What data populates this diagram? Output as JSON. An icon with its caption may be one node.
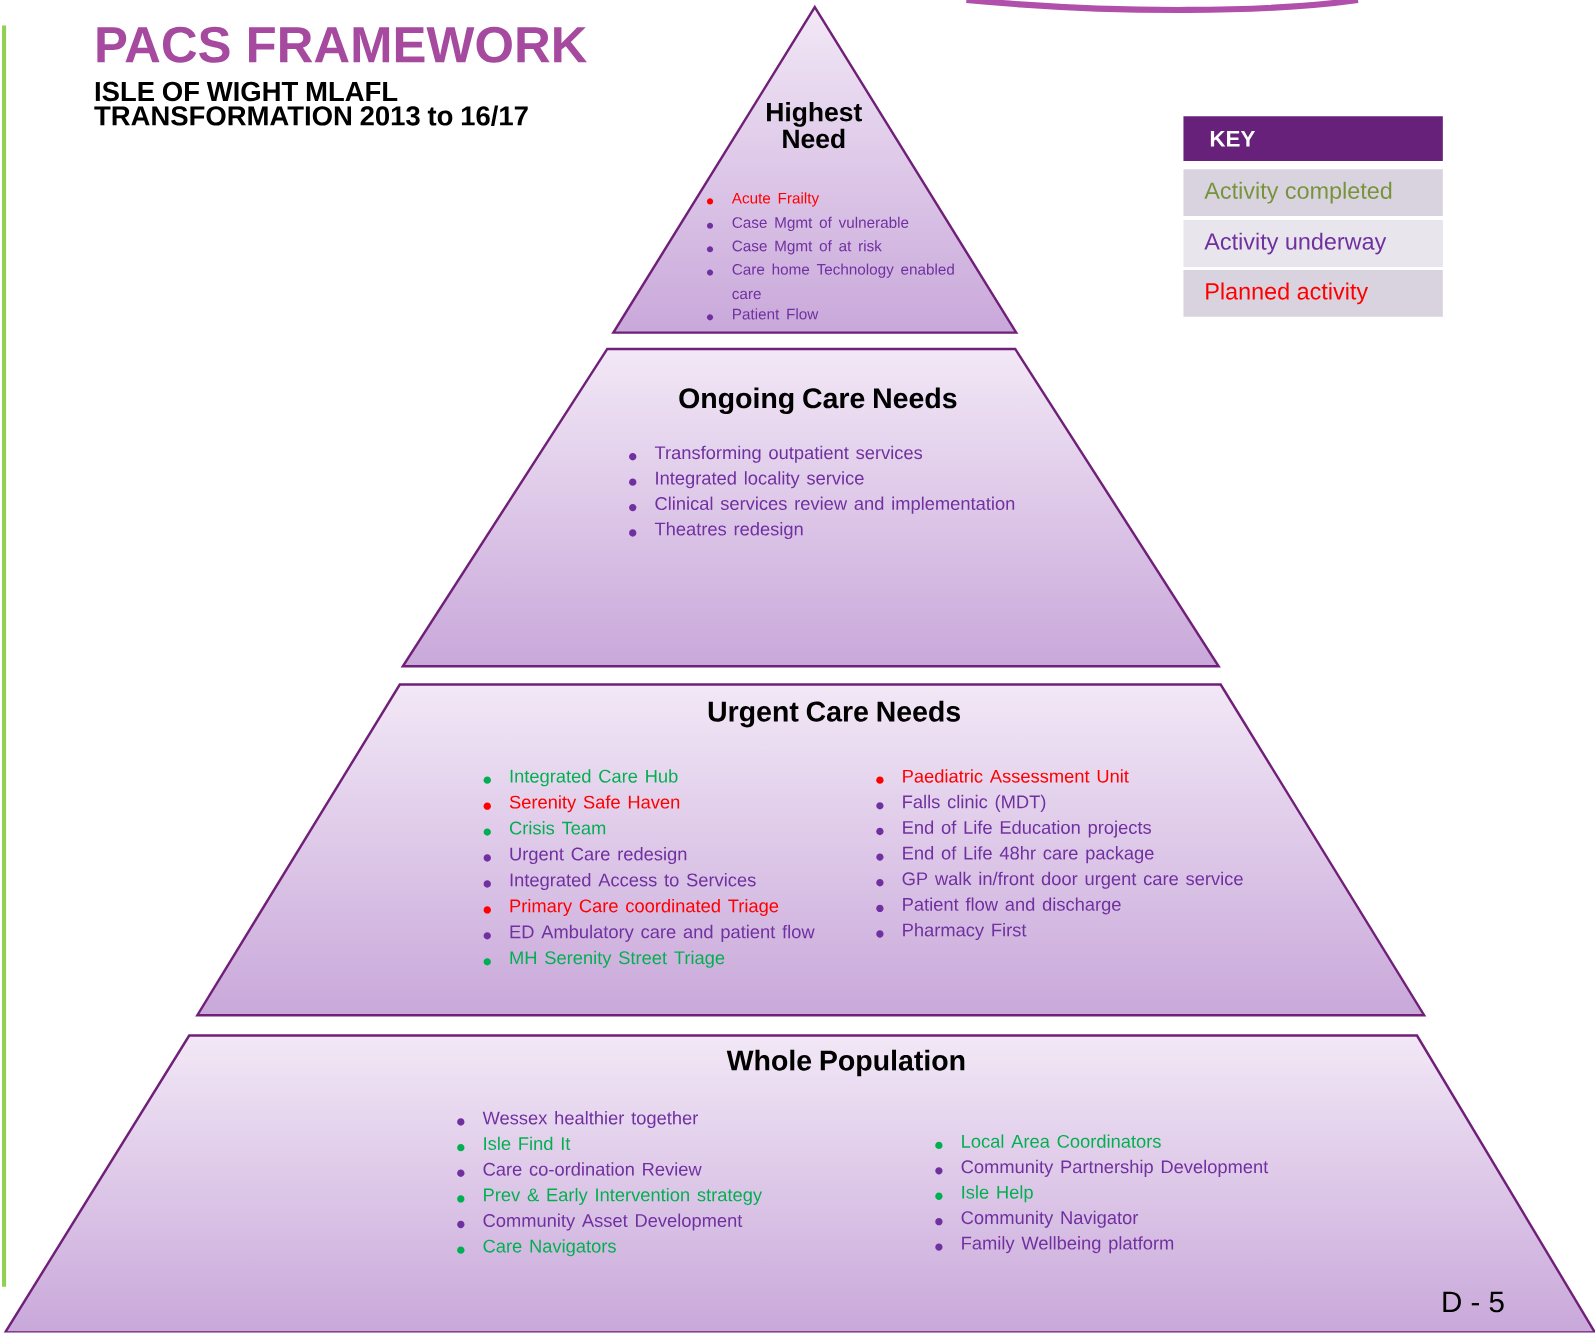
{
  "diagram": {
    "title": "PACS FRAMEWORK",
    "nodes": [
      {
        "text": [
          "Highest Need",
          "Acute Frailty",
          "Case Mgmt of vulnerable",
          "Case Mgmt of at risk",
          "Care home Technology enabled care",
          "Patient Flow"
        ]
      },
      {
        "text": [
          "Ongoing Care Needs",
          "Transforming outpatient services",
          "Integrated locality service",
          "Clinical services review and implementation",
          "Theatres redesign"
        ]
      },
      {
        "text": [
          "Urgent Care Needs",
          "Integrated Care Hub",
          "Serenity Safe Haven",
          "Crisis Team",
          "Urgent Care redesign",
          "Integrated Access to Services",
          "Primary Care coordinated Triage",
          "ED Ambulatory care and patient flow",
          "MH Serenity Street Triage",
          "Paediatric Assessment Unit",
          "Falls clinic (MDT)",
          "End of Life Education projects",
          "End of Life 48hr care package",
          "GP walk in/front door urgent care service",
          "Patient flow and discharge",
          "Pharmacy First"
        ]
      },
      {
        "text": [
          "Whole Population",
          "Wessex healthier together",
          "Isle Find It",
          "Care co-ordination Review",
          "Prev & Early Intervention strategy",
          "Community Asset Development",
          "Care Navigators",
          "Local Area Coordinators",
          "Community Partnership Development",
          "Isle Help",
          "Community Navigator",
          "Family Wellbeing platform"
        ]
      }
    ],
    "labels": [
      "ISLE OF WIGHT MLAFL TRANSFORMATION 2013 to 16/17",
      "KEY",
      "D - 5"
    ],
    "legend": [
      {
        "text": "Activity completed",
        "color": "#77933c"
      },
      {
        "text": "Activity underway",
        "color": "#7030a0"
      },
      {
        "text": "Planned activity",
        "color": "#ff0000"
      }
    ]
  }
}
